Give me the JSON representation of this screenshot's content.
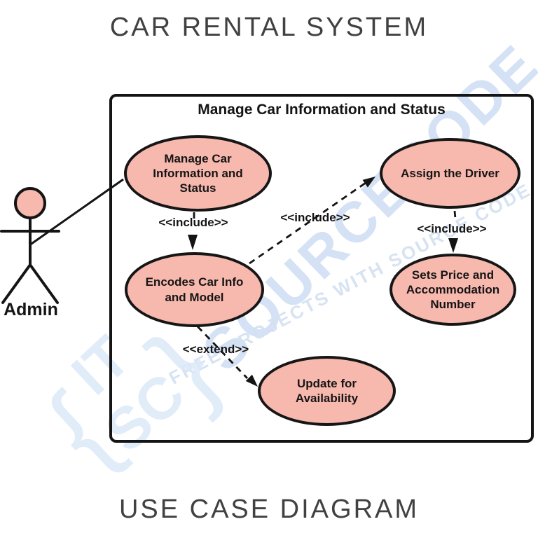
{
  "page": {
    "title_top": "CAR RENTAL SYSTEM",
    "title_bottom": "USE CASE DIAGRAM"
  },
  "diagram": {
    "type": "uml-use-case",
    "system_boundary": {
      "title": "Manage Car Information and Status"
    },
    "actor": {
      "name": "Admin"
    },
    "use_cases": [
      {
        "id": "manage-car-info",
        "label": "Manage Car Information and Status"
      },
      {
        "id": "assign-driver",
        "label": "Assign the Driver"
      },
      {
        "id": "encodes-car-info",
        "label": "Encodes Car Info and Model"
      },
      {
        "id": "sets-price",
        "label": "Sets Price and Accommodation Number"
      },
      {
        "id": "update-availability",
        "label": "Update for Availability"
      }
    ],
    "relationships": [
      {
        "from": "Admin",
        "to": "Manage Car Information and Status",
        "type": "association",
        "label": ""
      },
      {
        "from": "Manage Car Information and Status",
        "to": "Encodes Car Info and Model",
        "type": "include",
        "label": "<<include>>"
      },
      {
        "from": "Encodes Car Info and Model",
        "to": "Assign the Driver",
        "type": "include",
        "label": "<<include>>"
      },
      {
        "from": "Assign the Driver",
        "to": "Sets Price and Accommodation Number",
        "type": "include",
        "label": "<<include>>"
      },
      {
        "from": "Encodes Car Info and Model",
        "to": "Update for Availability",
        "type": "extend",
        "label": "<<extend>>"
      }
    ],
    "colors": {
      "use_case_fill": "#F7B8AE",
      "stroke": "#141414",
      "title_text": "#414141",
      "watermark_blue": "#cbdcf3"
    }
  },
  "watermark": {
    "big_text": "SOURCECODE",
    "small_text": "FREE PROJECTS WITH SOURCE CODE",
    "logo_line1": "IT",
    "logo_line2": "SC",
    "logo_brace_left": "{",
    "logo_brace_right": "}"
  }
}
